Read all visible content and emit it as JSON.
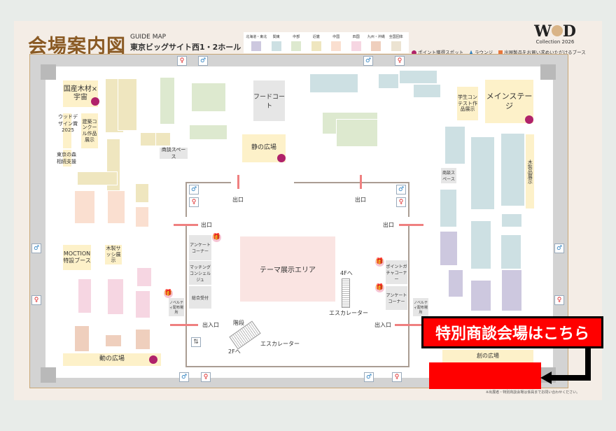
{
  "header": {
    "title": "会場案内図",
    "subtitle_en": "GUIDE MAP",
    "subtitle_jp": "東京ビッグサイト西1・2ホール"
  },
  "legend": [
    {
      "label": "北海道・東北",
      "color": "#cdc8df"
    },
    {
      "label": "関東",
      "color": "#cde0e3"
    },
    {
      "label": "中部",
      "color": "#dde9cf"
    },
    {
      "label": "近畿",
      "color": "#efe6bf"
    },
    {
      "label": "中国",
      "color": "#fadfd0"
    },
    {
      "label": "四国",
      "color": "#f6d6e2"
    },
    {
      "label": "九州・沖縄",
      "color": "#efcfbd"
    },
    {
      "label": "全国団体",
      "color": "#ece3d2"
    }
  ],
  "logo": {
    "text": "WOOD",
    "sub": "Collection 2026"
  },
  "keys": {
    "point": "ポイント獲得スポット",
    "lounge": "ラウンジ",
    "shop": "出展製品をお買い求めいただけるブース"
  },
  "zones": {
    "kokusan": "国産木材×宇宙",
    "wood_design": "ウッドデザイン賞2025",
    "kenchiku": "建築コンクール作品展示",
    "tokyo_mori": "東京の森相続支援",
    "food": "フードコート",
    "shizu": "静の広場",
    "shodan1": "商談スペース",
    "gakusei": "学生コンテスト作品展示",
    "main_stage": "メインステージ",
    "mokusei": "木製品展示",
    "moction": "MOCTION特設ブース",
    "sash": "木製サッシ展示",
    "do": "動の広場",
    "shodan2": "商談スペース",
    "so": "創の広場",
    "theme": "テーマ展示エリア",
    "enquete1": "アンケートコーナー",
    "matching": "マッチングコンシェルジュ",
    "reception": "総合受付",
    "gacha": "ポイントガチャコーナー",
    "enquete2": "アンケートコーナー",
    "novelty1": "ノベルティ配布場所",
    "novelty2": "ノベルティ配布場所"
  },
  "signs": {
    "exit": "出口",
    "entrance": "出入口",
    "to4f": "4Fへ",
    "to2f": "2Fへ",
    "escalator": "エスカレーター",
    "stairs": "階段"
  },
  "banner": "特別商談会場はこちら",
  "note": "※出展者・特別商談会場は係員までお問い合わせください。"
}
